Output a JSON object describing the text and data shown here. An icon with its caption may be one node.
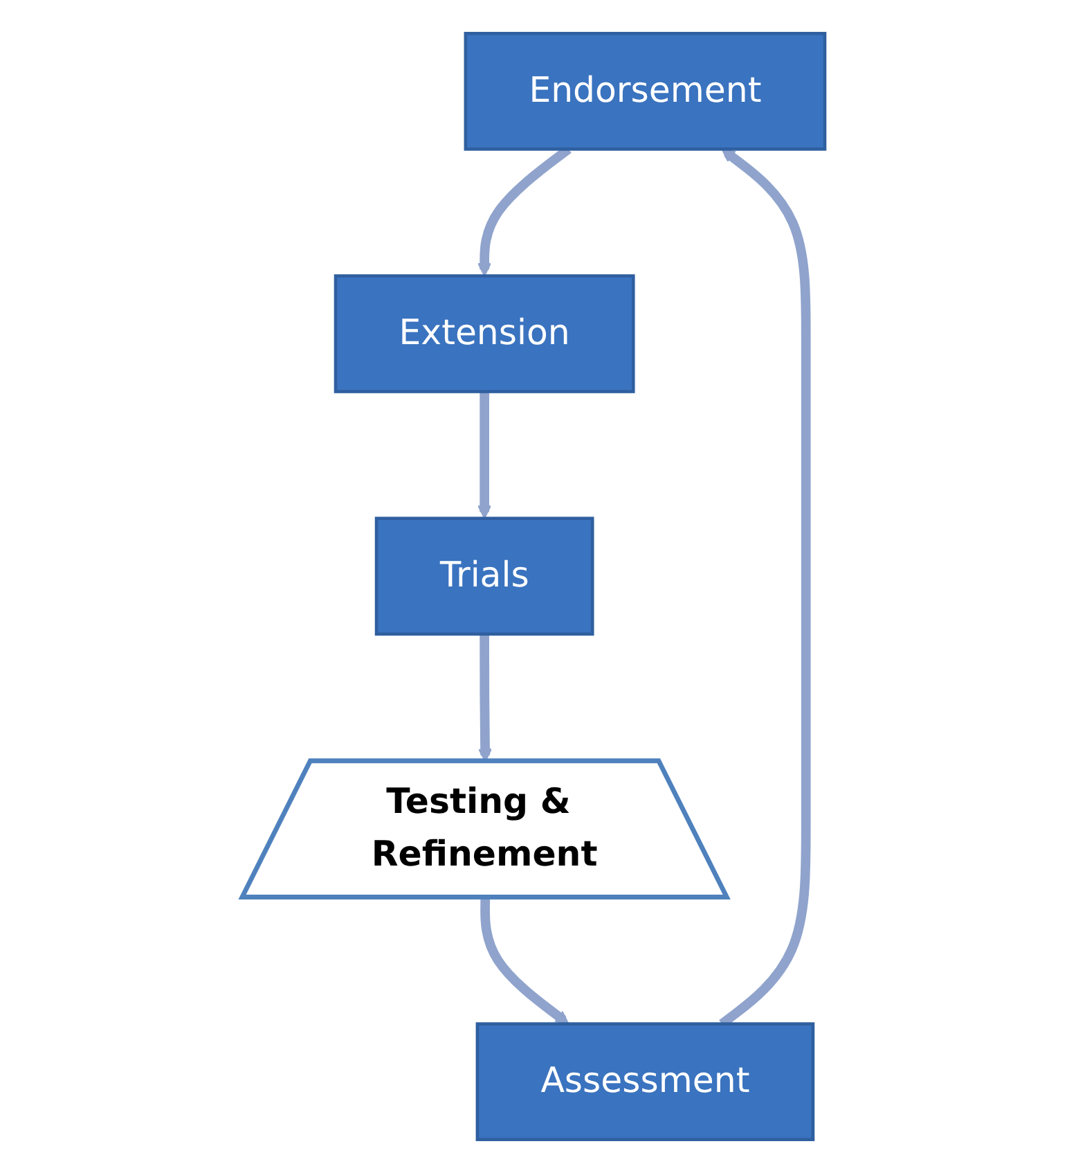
{
  "diagram": {
    "nodes": [
      {
        "text": [
          "Endorsement"
        ]
      },
      {
        "text": [
          "Extension"
        ]
      },
      {
        "text": [
          "Assessment"
        ]
      },
      {
        "text": [
          "Trials"
        ]
      },
      {
        "text": [
          "Testing & Refinement"
        ]
      }
    ],
    "edges": [
      {
        "from": 0,
        "to": 1,
        "arrow": "to"
      },
      {
        "from": 1,
        "to": 3,
        "arrow": "to"
      },
      {
        "from": 3,
        "to": 4,
        "arrow": "to"
      },
      {
        "from": 4,
        "to": 2,
        "arrow": "to"
      },
      {
        "from": 2,
        "to": 0,
        "arrow": "to"
      }
    ]
  }
}
